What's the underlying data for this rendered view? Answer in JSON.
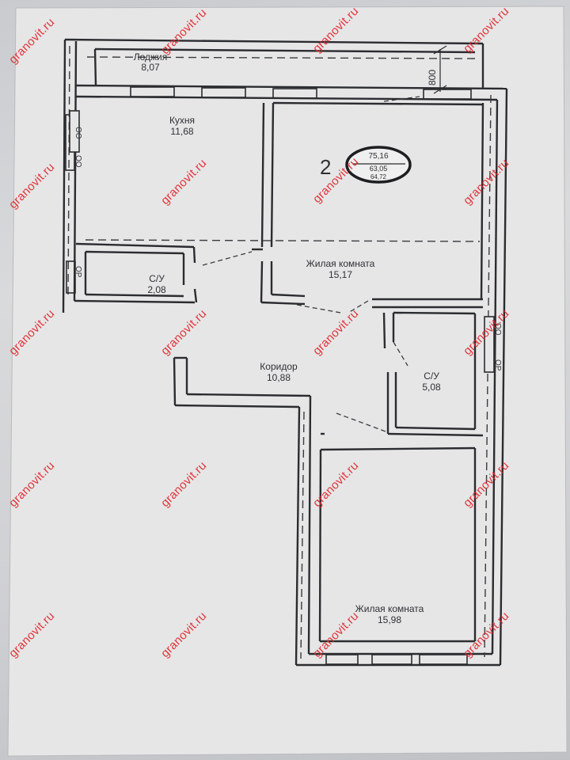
{
  "plan": {
    "apartment_number": "2",
    "area_badge": {
      "total": "75,16",
      "living_total": "63,05",
      "living": "64,72"
    },
    "dimension": "800",
    "rooms": {
      "balcony": {
        "name": "Лоджия",
        "area": "8,07"
      },
      "kitchen": {
        "name": "Кухня",
        "area": "11,68"
      },
      "bath1": {
        "name": "С/У",
        "area": "2,08"
      },
      "living1": {
        "name": "Жилая комната",
        "area": "15,17"
      },
      "corridor": {
        "name": "Коридор",
        "area": "10,88"
      },
      "bath2": {
        "name": "С/У",
        "area": "5,08"
      },
      "living2": {
        "name": "Жилая комната",
        "area": "15,98"
      }
    },
    "duct_labels": [
      "ОО",
      "ОО",
      "ОР",
      "ОО",
      "ОР"
    ]
  },
  "watermark": {
    "text": "granovit.ru",
    "color": "#e0262c"
  }
}
